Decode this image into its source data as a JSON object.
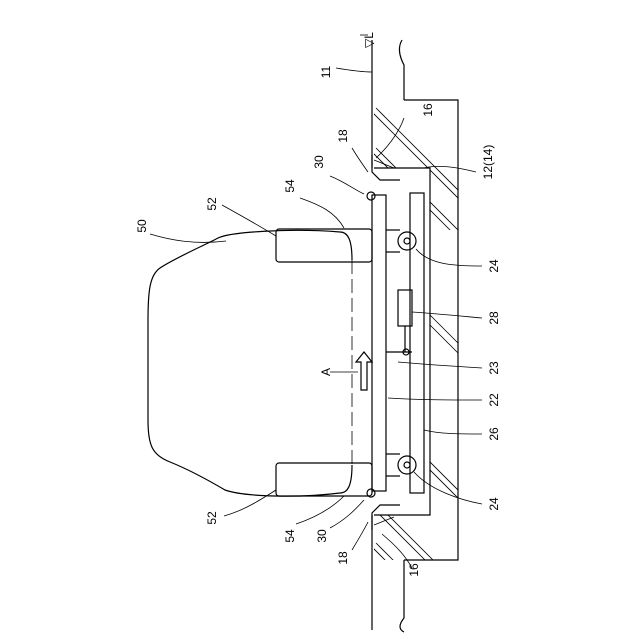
{
  "labels": {
    "level": "L",
    "level_symbol": "▽",
    "n11": "11",
    "n16_top": "16",
    "n16_bottom": "16",
    "n18_top": "18",
    "n18_bottom": "18",
    "n12_14": "12(14)",
    "n30_top": "30",
    "n30_bottom": "30",
    "n54_top": "54",
    "n54_bottom": "54",
    "n52_top": "52",
    "n52_bottom": "52",
    "n50": "50",
    "n24_top": "24",
    "n24_bottom": "24",
    "n28": "28",
    "n23": "23",
    "n22": "22",
    "n26": "26",
    "arrow_a": "A"
  }
}
